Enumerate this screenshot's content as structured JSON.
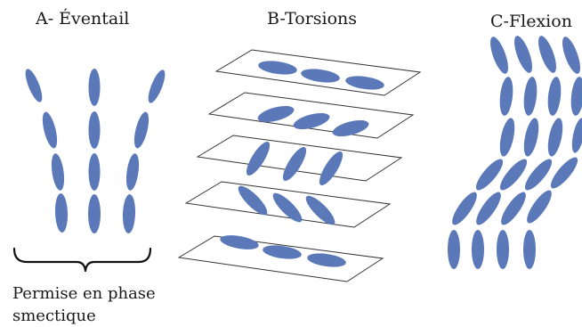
{
  "panels": {
    "a": {
      "title": "A- Éventail"
    },
    "b": {
      "title": "B-Torsions"
    },
    "c": {
      "title": "C-Flexion"
    }
  },
  "note": {
    "line1": "Permise en phase",
    "line2": "smectique"
  },
  "colors": {
    "molecule": "#5b79b8",
    "outline": "#2a2a2a",
    "text": "#1a1a1a"
  }
}
